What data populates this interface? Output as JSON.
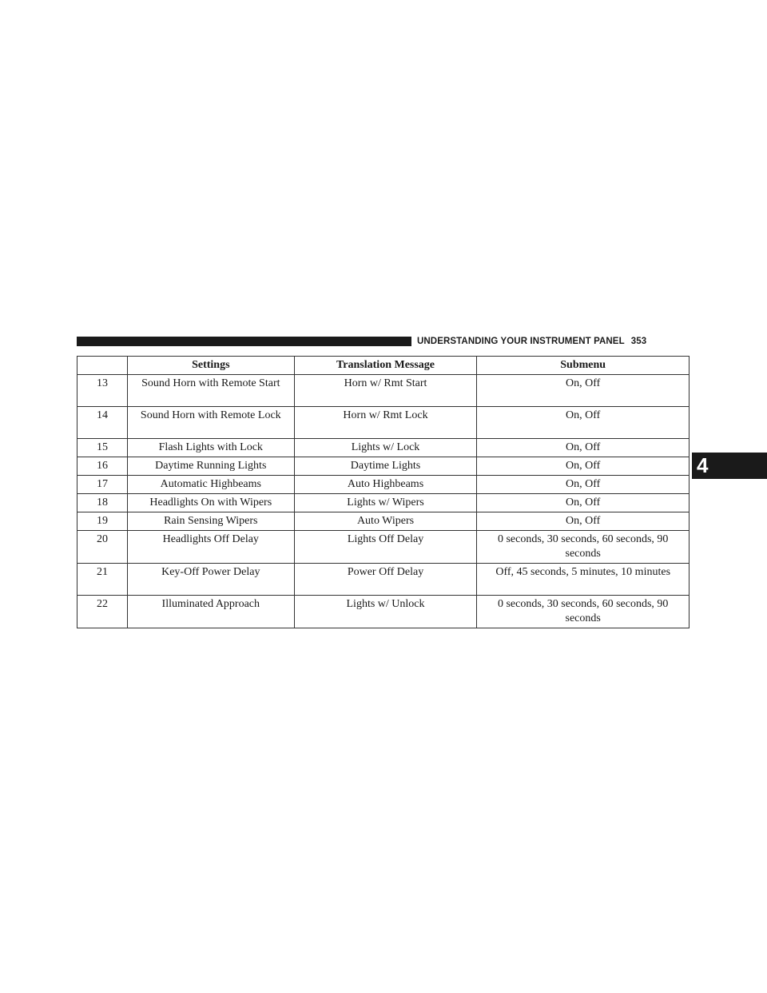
{
  "header": {
    "section_title": "UNDERSTANDING YOUR INSTRUMENT PANEL",
    "page_number": "353"
  },
  "chapter_tab": "4",
  "table": {
    "columns": [
      "",
      "Settings",
      "Translation Message",
      "Submenu"
    ],
    "rows": [
      {
        "num": "13",
        "setting": "Sound Horn with Remote Start",
        "message": "Horn w/ Rmt Start",
        "submenu": "On, Off",
        "tall": true
      },
      {
        "num": "14",
        "setting": "Sound Horn with Remote Lock",
        "message": "Horn w/ Rmt Lock",
        "submenu": "On, Off",
        "tall": true
      },
      {
        "num": "15",
        "setting": "Flash Lights with Lock",
        "message": "Lights w/ Lock",
        "submenu": "On, Off",
        "tall": false
      },
      {
        "num": "16",
        "setting": "Daytime Running Lights",
        "message": "Daytime Lights",
        "submenu": "On, Off",
        "tall": false
      },
      {
        "num": "17",
        "setting": "Automatic Highbeams",
        "message": "Auto Highbeams",
        "submenu": "On, Off",
        "tall": false
      },
      {
        "num": "18",
        "setting": "Headlights On with Wipers",
        "message": "Lights w/ Wipers",
        "submenu": "On, Off",
        "tall": false
      },
      {
        "num": "19",
        "setting": "Rain Sensing Wipers",
        "message": "Auto Wipers",
        "submenu": "On, Off",
        "tall": false
      },
      {
        "num": "20",
        "setting": "Headlights Off Delay",
        "message": "Lights Off Delay",
        "submenu": "0 seconds, 30 seconds, 60 seconds, 90 seconds",
        "tall": true
      },
      {
        "num": "21",
        "setting": "Key-Off Power Delay",
        "message": "Power Off Delay",
        "submenu": "Off, 45 seconds, 5 minutes, 10 minutes",
        "tall": true
      },
      {
        "num": "22",
        "setting": "Illuminated Approach",
        "message": "Lights w/ Unlock",
        "submenu": "0 seconds, 30 seconds, 60 seconds, 90 seconds",
        "tall": true
      }
    ]
  }
}
